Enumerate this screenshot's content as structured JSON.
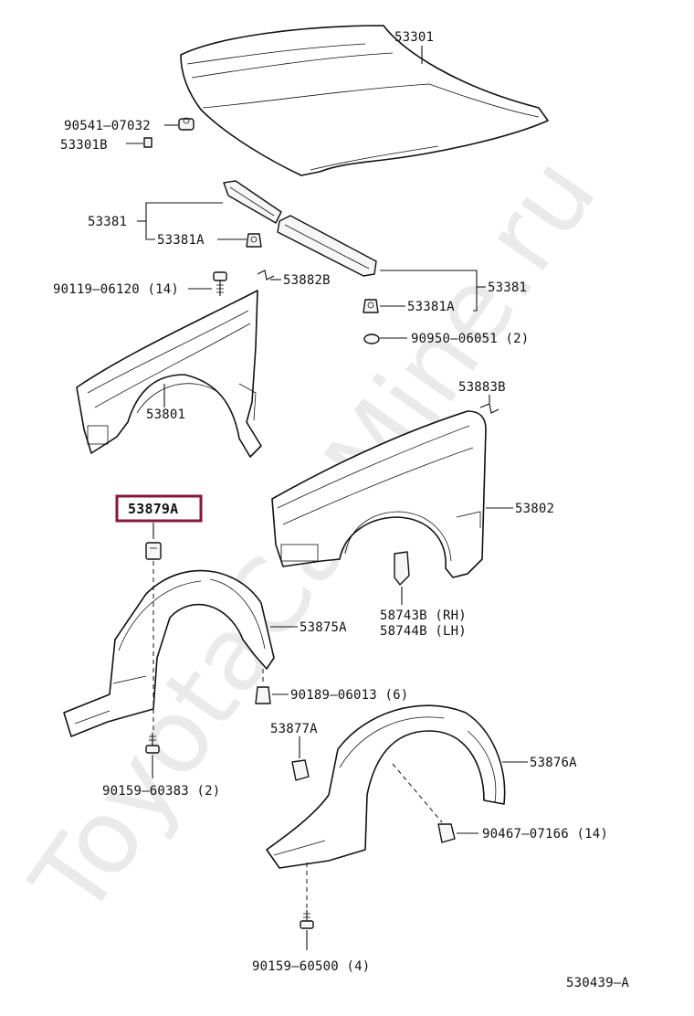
{
  "diagram": {
    "watermark": "ToyotaCarMine.ru",
    "highlight_color": "#8a1538",
    "highlighted_part": "53879A",
    "figure_code": "530439–A",
    "labels": {
      "p53301": "53301",
      "p90541": "90541–07032",
      "p53301B": "53301B",
      "p53381_left": "53381",
      "p53381A_left": "53381A",
      "p90119": "90119–06120 (14)",
      "p53882B": "53882B",
      "p53381_right": "53381",
      "p53381A_right": "53381A",
      "p90950": "90950–06051 (2)",
      "p53801": "53801",
      "p53883B": "53883B",
      "p53879A": "53879A",
      "p53802": "53802",
      "p53875A": "53875A",
      "p58743B": "58743B (RH)",
      "p58744B": "58744B (LH)",
      "p90189": "90189–06013 (6)",
      "p53877A": "53877A",
      "p53876A": "53876A",
      "p90467": "90467–07166 (14)",
      "p90159_383": "90159–60383 (2)",
      "p90159_500": "90159–60500 (4)"
    }
  }
}
